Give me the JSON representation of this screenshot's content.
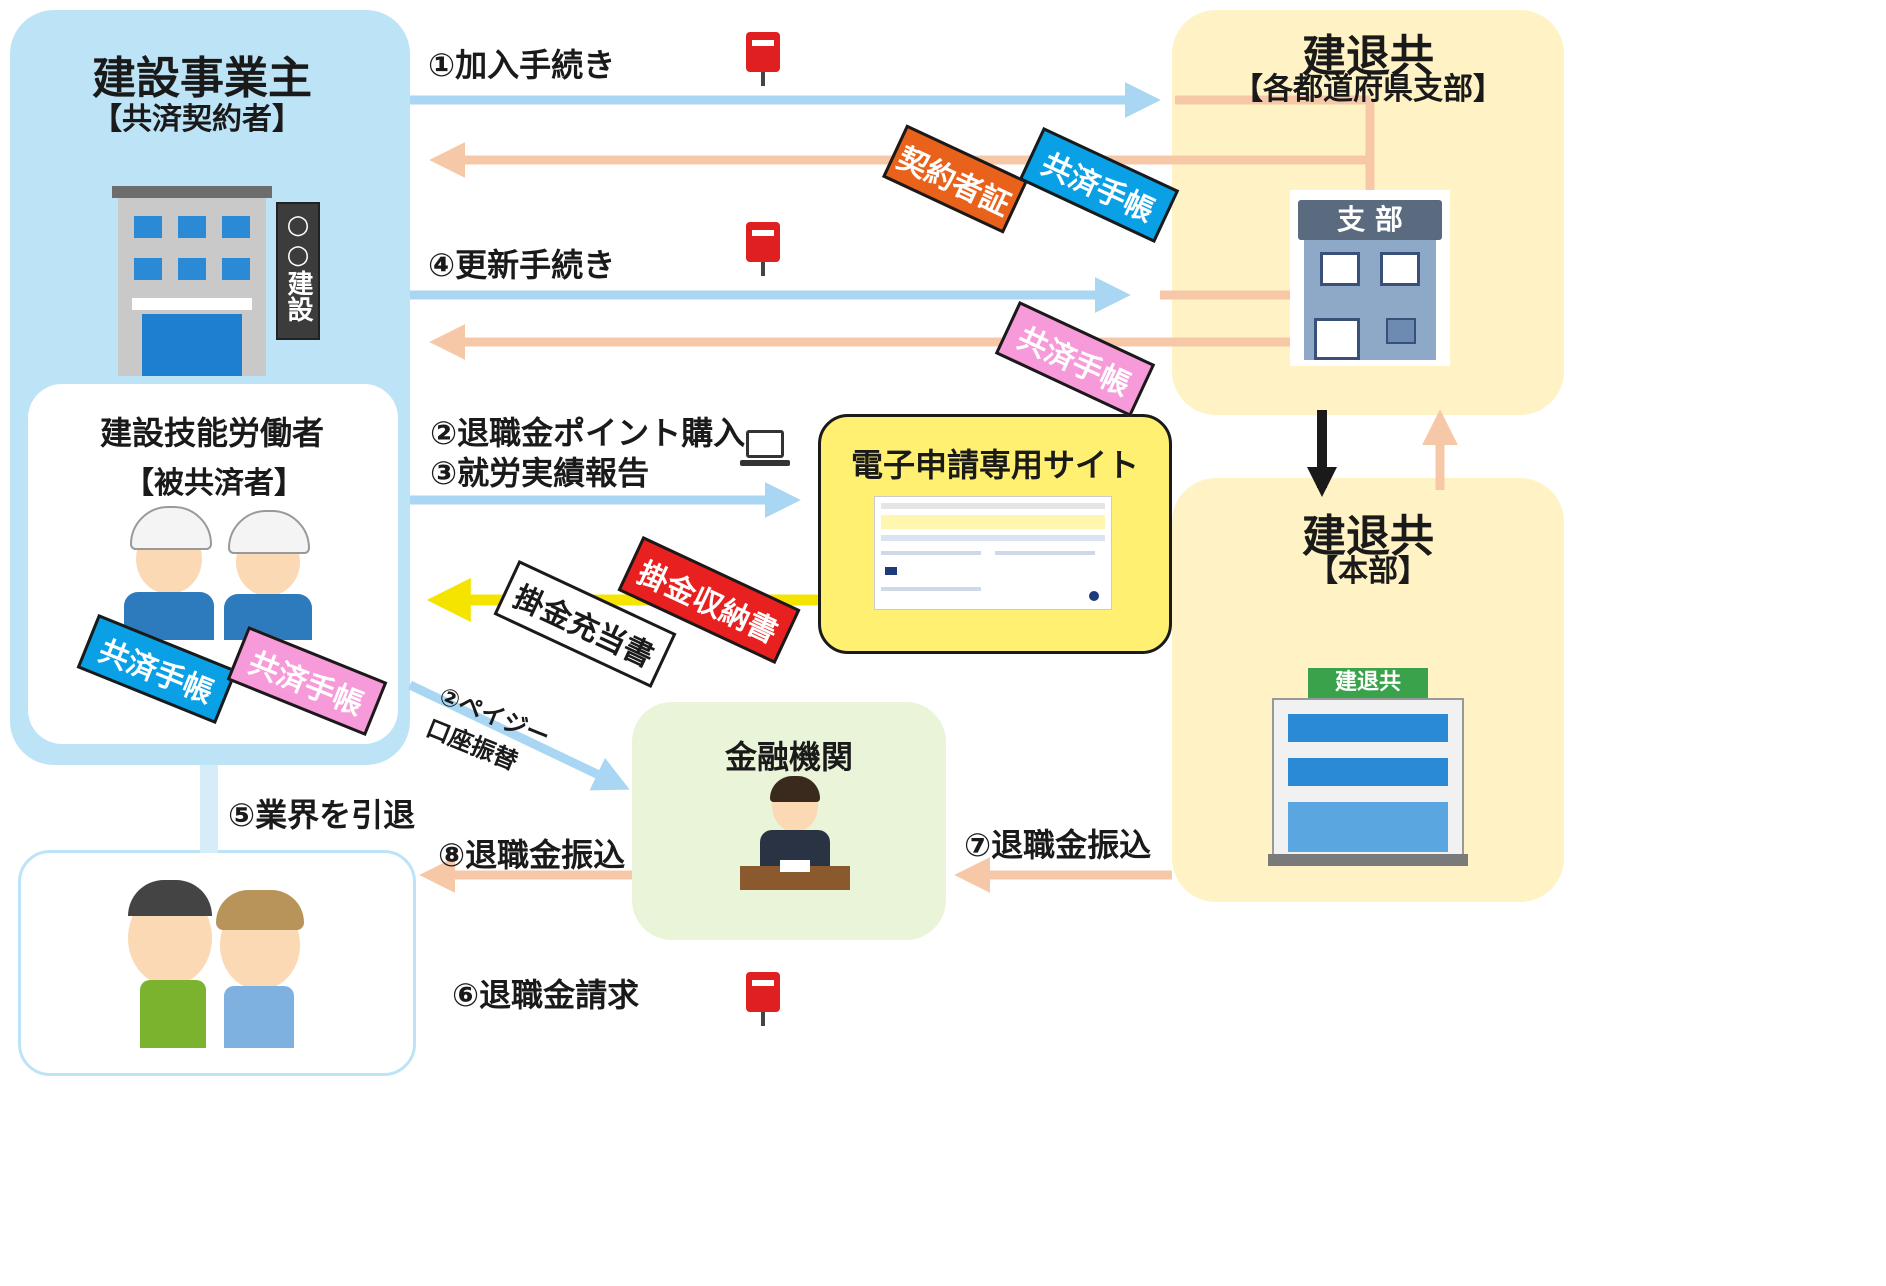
{
  "employer": {
    "title": "建設事業主",
    "subtitle": "【共済契約者】",
    "sign": "○○建設"
  },
  "worker": {
    "title": "建設技能労働者",
    "subtitle": "【被共済者】",
    "cards": [
      "共済手帳",
      "共済手帳"
    ]
  },
  "branch": {
    "title": "建退共",
    "subtitle": "【各都道府県支部】",
    "building_sign": "支 部"
  },
  "hq": {
    "title": "建退共",
    "subtitle": "【本部】",
    "building_sign": "建退共"
  },
  "site": {
    "title": "電子申請専用サイト"
  },
  "bank": {
    "title": "金融機関"
  },
  "flows": {
    "join": "①加入手続き",
    "renew": "④更新手続き",
    "points": "②退職金ポイント購入",
    "report": "③就労実績報告",
    "payeasy": "②ペイジー口座振替",
    "retire": "⑤業界を引退",
    "claim": "⑥退職金請求",
    "transfer_hq": "⑦退職金振込",
    "transfer_bank": "⑧退職金振込"
  },
  "docs": {
    "contract_cert": "契約者証",
    "handbook_blue": "共済手帳",
    "handbook_pink": "共済手帳",
    "receipt": "掛金収納書",
    "allocation": "掛金充当書"
  },
  "colors": {
    "employer_bg": "#bde3f7",
    "branch_bg": "#fff2c4",
    "site_bg": "#fff071",
    "bank_bg": "#e9f4d8",
    "arrow_blue": "#a9d6f2",
    "arrow_orange": "#f7c8a8",
    "arrow_yellow": "#f5e400",
    "card_blue": "#0aa0e6",
    "card_pink": "#f79ad9",
    "card_orange": "#e8621c",
    "card_red": "#e82020"
  }
}
